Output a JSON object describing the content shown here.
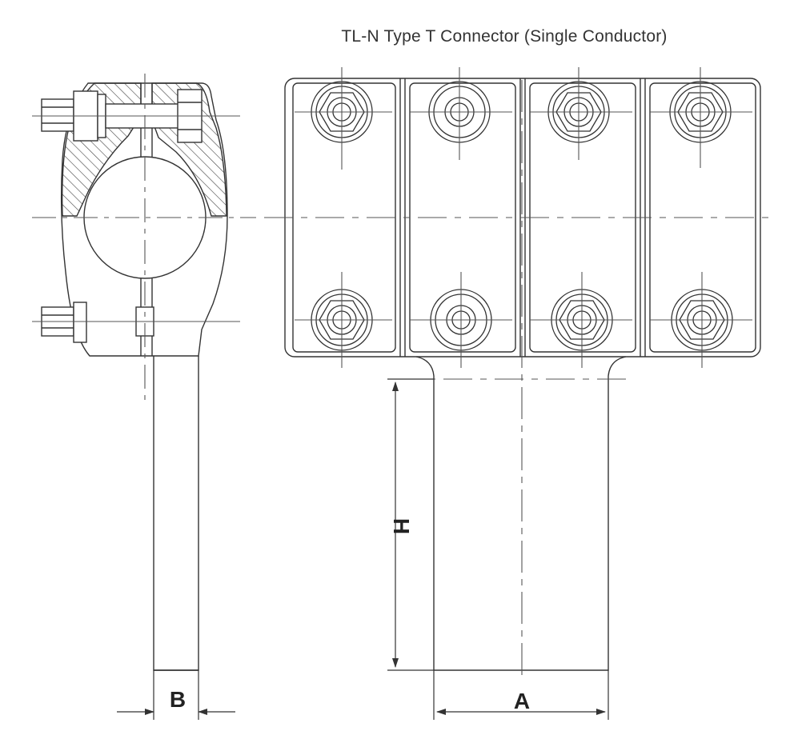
{
  "title": "TL-N Type T Connector (Single Conductor)",
  "dimension_labels": {
    "height": "H",
    "width_side": "B",
    "width_front": "A"
  },
  "colors": {
    "line": "#333333",
    "background": "#ffffff"
  }
}
